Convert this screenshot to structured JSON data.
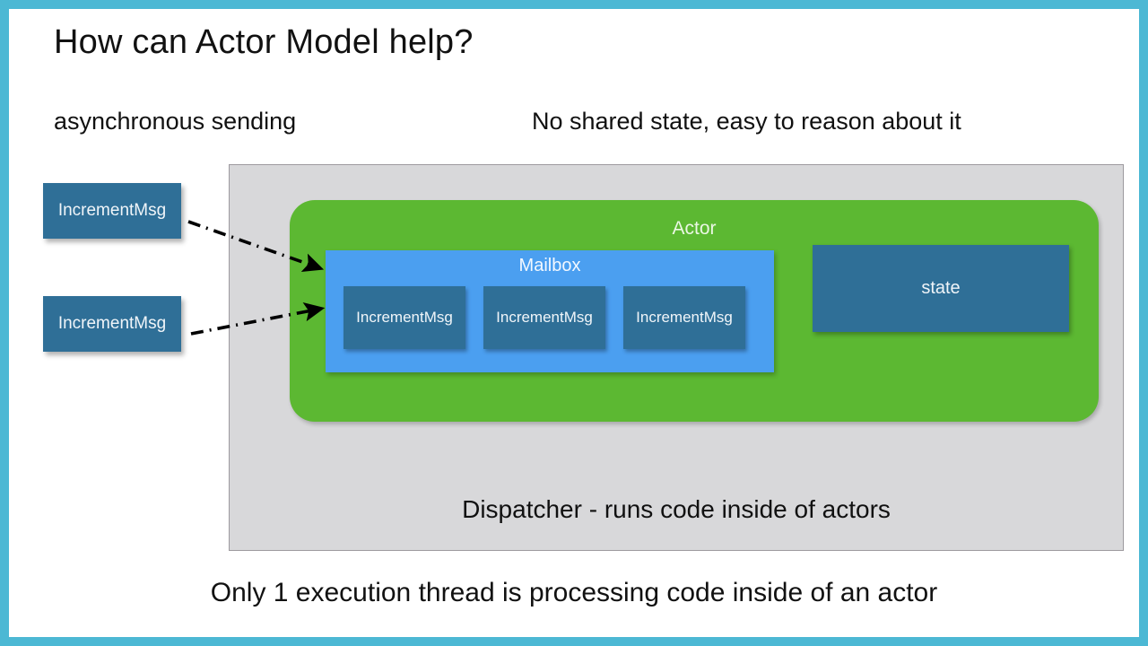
{
  "slide": {
    "title": "How can Actor Model help?",
    "border_color": "#4cb8d4",
    "background_color": "#ffffff",
    "subheads": {
      "left": "asynchronous sending",
      "right": "No shared state, easy to reason about it"
    },
    "bottom_caption": "Only 1 execution thread is processing code inside of an actor"
  },
  "incoming_messages": [
    {
      "label": "IncrementMsg"
    },
    {
      "label": "IncrementMsg"
    }
  ],
  "dispatcher": {
    "label": "Dispatcher - runs code inside of actors",
    "panel_color": "#d8d8da",
    "border_color": "#9d9a9f"
  },
  "actor": {
    "label": "Actor",
    "color": "#5cb832",
    "mailbox": {
      "label": "Mailbox",
      "color": "#4b9ff0",
      "messages": [
        {
          "label": "IncrementMsg"
        },
        {
          "label": "IncrementMsg"
        },
        {
          "label": "IncrementMsg"
        }
      ]
    },
    "state": {
      "label": "state",
      "color": "#2f6f97"
    }
  },
  "arrows": [
    {
      "name": "arrow-msg1-to-mailbox",
      "style": "dash-dot",
      "color": "#000000"
    },
    {
      "name": "arrow-msg2-to-mailbox",
      "style": "dash-dot",
      "color": "#000000"
    }
  ]
}
